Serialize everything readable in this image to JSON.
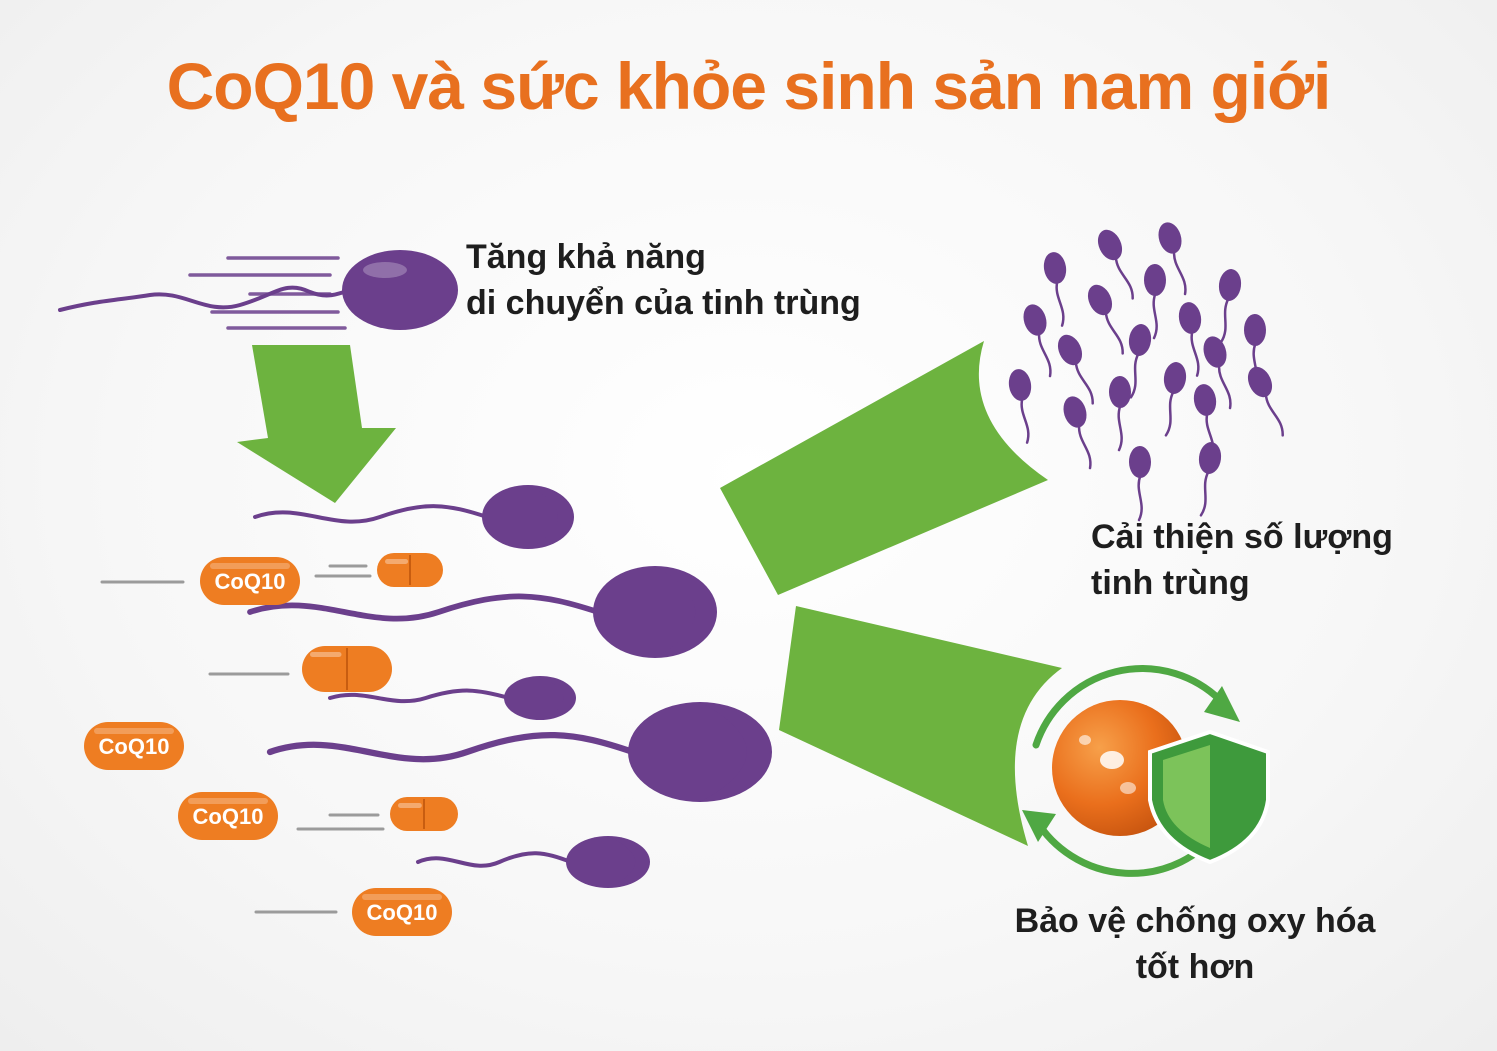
{
  "title": "CoQ10 và sức khỏe sinh sản nam giới",
  "benefits": {
    "motility": {
      "line1": "Tăng khả năng",
      "line2": "di chuyển của tinh trùng"
    },
    "count": {
      "line1": "Cải thiện số lượng",
      "line2": "tinh trùng"
    },
    "antioxidant": {
      "line1": "Bảo vệ chống oxy hóa",
      "line2": "tốt hơn"
    }
  },
  "capsule_label": "CoQ10",
  "colors": {
    "title": "#e8701f",
    "sperm": "#6b3f8c",
    "arrow": "#6db33f",
    "capsule": "#ee7d22",
    "shield": "#3e9a3c",
    "text": "#1e1e1e"
  },
  "icons": [
    "sperm-icon",
    "down-arrow-icon",
    "capsule-icon",
    "cell-icon",
    "shield-icon",
    "cycle-arrows-icon"
  ]
}
